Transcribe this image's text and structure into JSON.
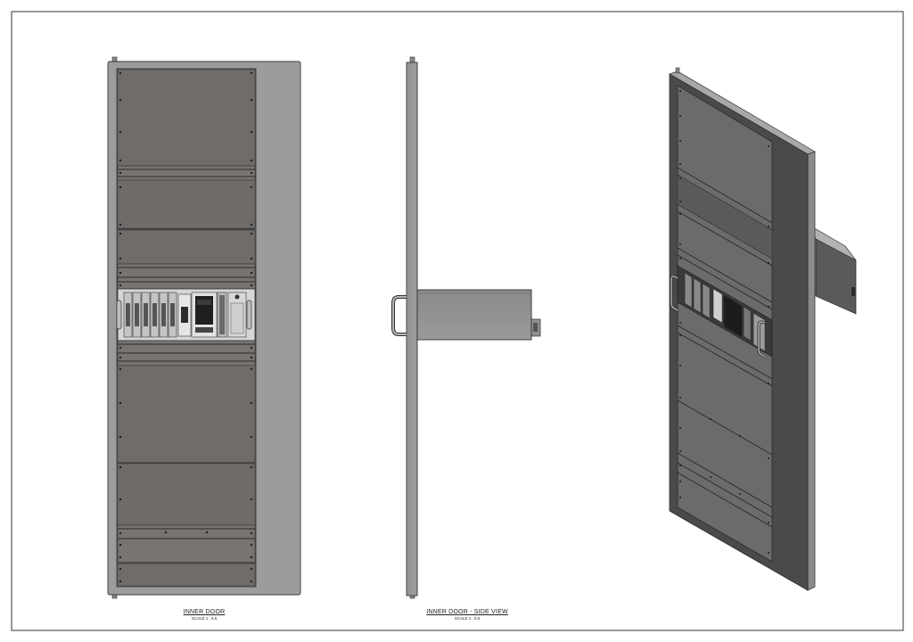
{
  "views": {
    "front": {
      "title": "INNER DOOR",
      "scale": "SCALE 1 : 5.5"
    },
    "side": {
      "title": "INNER DOOR - SIDE VIEW",
      "scale": "SCALE 1 : 5.5"
    }
  },
  "colors": {
    "frame": "#9c9c9c",
    "panel": "#6f6d6b",
    "outline": "#3a3a3a",
    "iso_dark": "#4e4e4e",
    "iso_side": "#5b5b5b",
    "paper": "#ffffff"
  }
}
